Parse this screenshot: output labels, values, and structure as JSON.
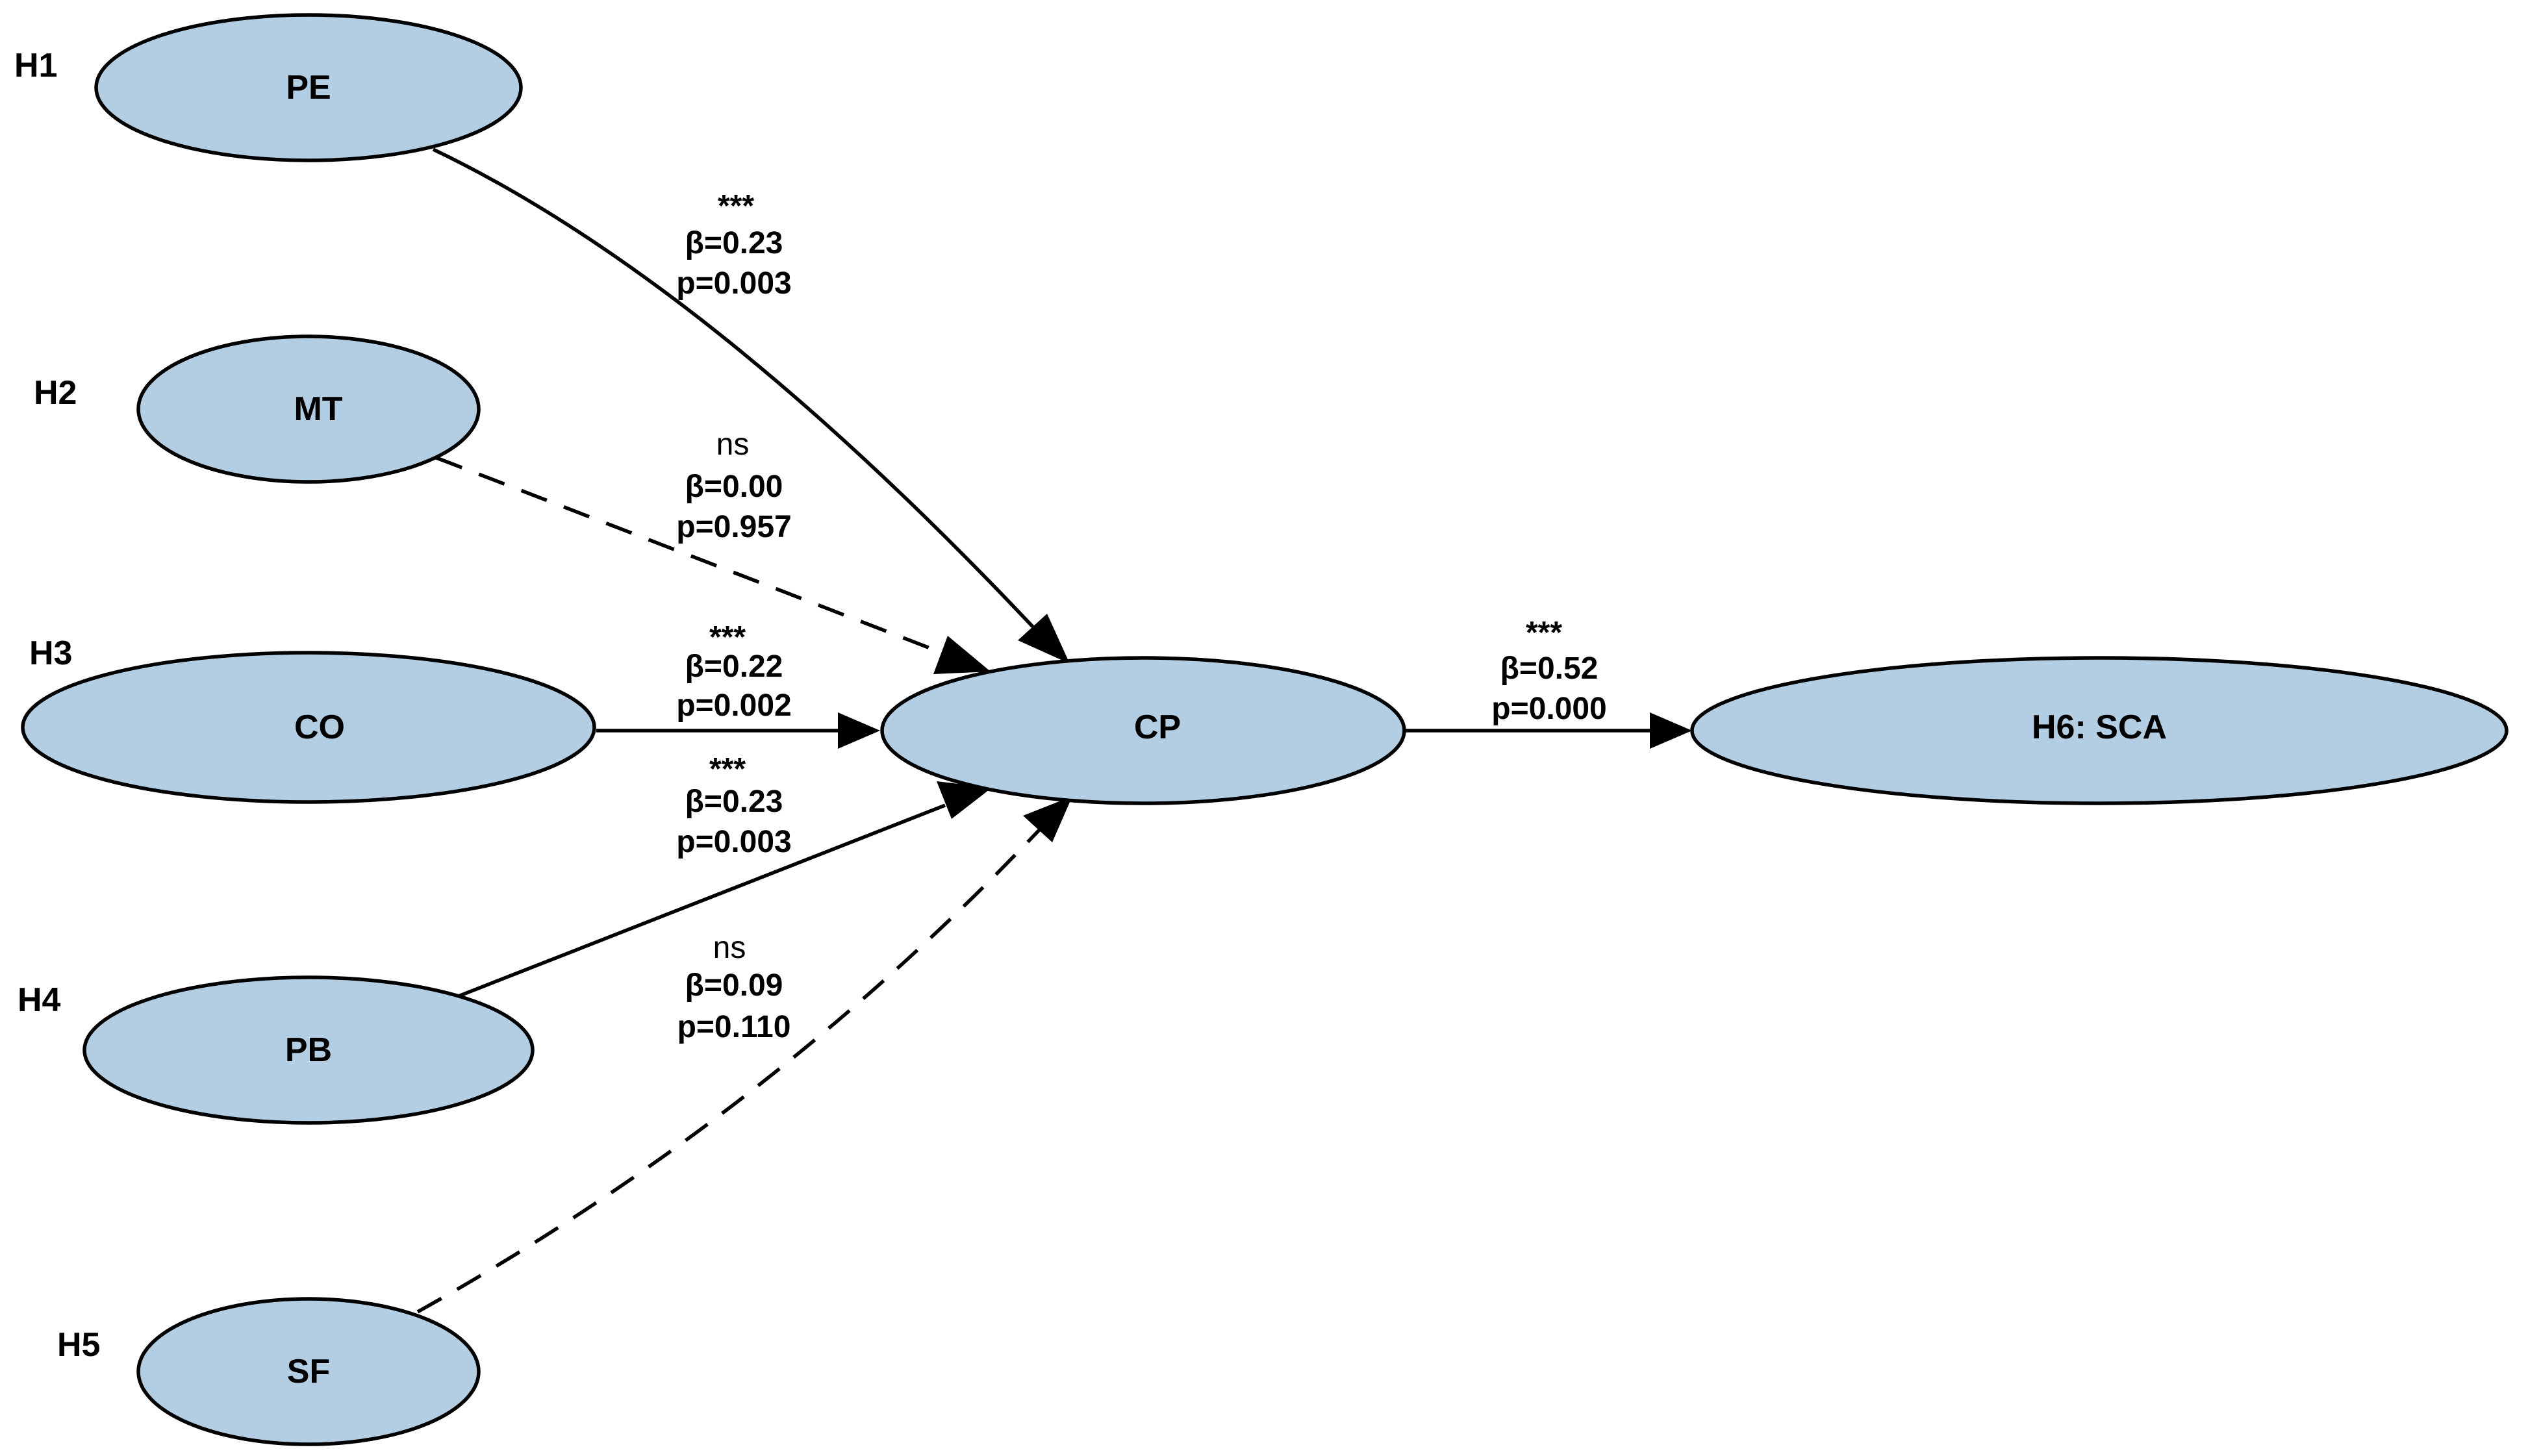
{
  "colors": {
    "node_fill": "#b3cde3",
    "stroke": "#000000"
  },
  "hypotheses": {
    "h1": "H1",
    "h2": "H2",
    "h3": "H3",
    "h4": "H4",
    "h5": "H5"
  },
  "nodes": {
    "pe": "PE",
    "mt": "MT",
    "co": "CO",
    "pb": "PB",
    "sf": "SF",
    "cp": "CP",
    "sca": "H6: SCA"
  },
  "paths": {
    "pe_cp": {
      "significance": "***",
      "beta": "β=0.23",
      "p": "p=0.003",
      "line": "solid"
    },
    "mt_cp": {
      "significance": "ns",
      "beta": "β=0.00",
      "p": "p=0.957",
      "line": "dashed"
    },
    "co_cp": {
      "significance": "***",
      "beta": "β=0.22",
      "p": "p=0.002",
      "line": "solid"
    },
    "pb_cp": {
      "significance": "***",
      "beta": "β=0.23",
      "p": "p=0.003",
      "line": "solid"
    },
    "sf_cp": {
      "significance": "ns",
      "beta": "β=0.09",
      "p": "p=0.110",
      "line": "dashed"
    },
    "cp_sca": {
      "significance": "***",
      "beta": "β=0.52",
      "p": "p=0.000",
      "line": "solid"
    }
  }
}
